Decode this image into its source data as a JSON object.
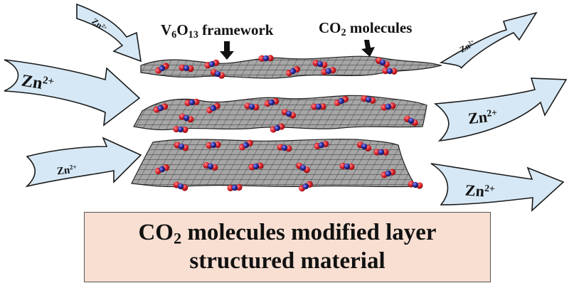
{
  "ion": {
    "base": "Zn",
    "charge": "2+"
  },
  "annotations": {
    "framework": {
      "pre": "V",
      "s1": "6",
      "mid": "O",
      "s2": "13",
      "post": " framework"
    },
    "molecules": {
      "pre": "CO",
      "s1": "2",
      "post": " molecules"
    }
  },
  "caption": {
    "line1_pre": "CO",
    "line1_sub": "2",
    "line1_post": " molecules modified layer",
    "line2": "structured material"
  },
  "colors": {
    "arrow_fill": "#d6e8f5",
    "arrow_stroke": "#1a1a1a",
    "sheet_fill": "#9b9b9b",
    "oxygen": "#e0242b",
    "carbon": "#2b2f9e",
    "caption_bg": "#f9dfd2"
  }
}
